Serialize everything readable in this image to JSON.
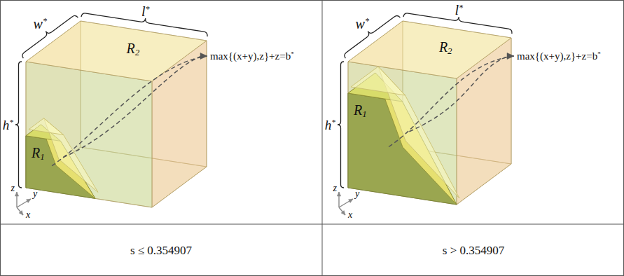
{
  "diagram": {
    "labels": [
      "w*",
      "l*",
      "R2",
      "max{(x+y),z}+z=b*",
      "h*",
      "R1",
      "z",
      "y",
      "x",
      "w*",
      "l*",
      "R2",
      "max{(x+y),z}+z=b*",
      "h*",
      "R1",
      "z",
      "y",
      "x",
      "s ≤ 0.354907",
      "s > 0.354907"
    ]
  }
}
